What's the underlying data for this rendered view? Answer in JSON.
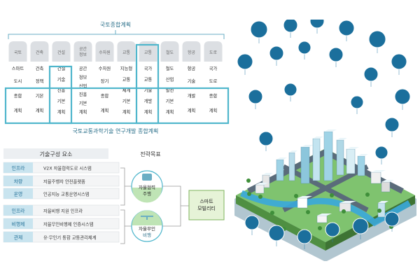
{
  "top_plan": {
    "title": "국토종합계획",
    "columns": [
      {
        "header": "국토",
        "cells": [
          "스마트",
          "도시",
          "종합",
          "계획"
        ]
      },
      {
        "header": "건축",
        "cells": [
          "건축",
          "정책",
          "기본",
          "계획"
        ]
      },
      {
        "header": "건설",
        "cells": [
          "건설",
          "기술",
          "진흥",
          "기본",
          "계획"
        ]
      },
      {
        "header": "공간 정보",
        "cells": [
          "공간",
          "정보",
          "산업",
          "진흥",
          "기본",
          "계획"
        ]
      },
      {
        "header": "수자원",
        "cells": [
          "수자원",
          "장기",
          "종합",
          "계획"
        ]
      },
      {
        "header": "교통",
        "cells": [
          "지능형",
          "교통",
          "체계",
          "기본",
          "계획"
        ]
      },
      {
        "header": "교통",
        "cells": [
          "국가",
          "교통",
          "기술",
          "개발",
          "계획"
        ]
      },
      {
        "header": "철도",
        "cells": [
          "철도",
          "산업",
          "발전",
          "기본",
          "계획"
        ]
      },
      {
        "header": "항공",
        "cells": [
          "항공",
          "기술",
          "개발",
          "계획"
        ]
      },
      {
        "header": "도로",
        "cells": [
          "국가",
          "도로",
          "종합",
          "계획"
        ]
      }
    ],
    "footer": "국토교통과학기술 연구개발 종합계획"
  },
  "tech": {
    "title": "기술구성 요소",
    "strategy_title": "전략목표",
    "rows": [
      {
        "tag": "인프라",
        "text": "V2X 자율협력도로 시스템"
      },
      {
        "tag": "차량",
        "text": "자율주행차 안전플랫폼"
      },
      {
        "tag": "운영",
        "text": "인공지능 교통운영시스템"
      },
      {
        "tag": "인프라",
        "text": "자율비행 지원 인프라"
      },
      {
        "tag": "비행체",
        "text": "자율무인비행체 인증시스템"
      },
      {
        "tag": "관제",
        "text": "유·무인기 통합 교통관리체계"
      }
    ],
    "goal1": [
      "자율협력",
      "주행"
    ],
    "goal2": [
      "자율무인",
      "비행"
    ],
    "final": [
      "스마트",
      "모빌리티"
    ]
  },
  "colors": {
    "teal": "#4fb6cc",
    "teal_light": "#dff1f6",
    "tag_bg": "#c9e4ef",
    "tag_text": "#1f6e96",
    "goal_green": "#bfe4b5",
    "final_bg": "#e6f3d7",
    "city_green": "#7fc36f",
    "water": "#3aa9dc"
  },
  "city": {
    "bubbles": [
      "",
      "",
      "",
      "",
      "",
      "",
      "",
      "",
      "",
      "",
      "",
      "",
      "",
      "",
      "",
      "",
      "",
      "",
      "",
      "",
      "",
      "",
      "",
      ""
    ]
  }
}
